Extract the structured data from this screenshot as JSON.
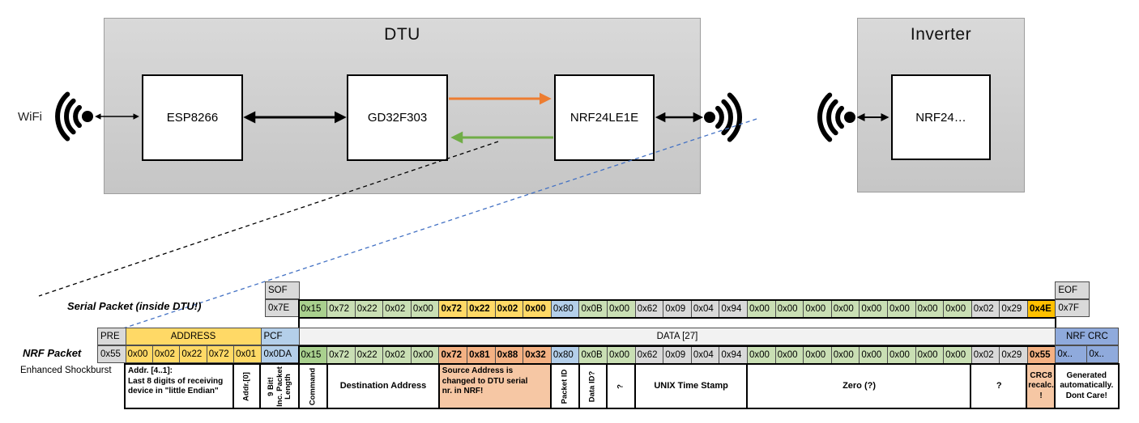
{
  "diagram": {
    "wifi_label": "WiFi",
    "dtu": {
      "title": "DTU",
      "components": {
        "esp": "ESP8266",
        "mcu": "GD32F303",
        "nrf": "NRF24LE1E"
      }
    },
    "inverter": {
      "title": "Inverter",
      "component": "NRF24…"
    },
    "colors": {
      "uart_tx_arrow": "#ED7D31",
      "uart_rx_arrow": "#70AD47",
      "nrf_link_dashed": "#4472C4",
      "serial_link_dashed": "#000000"
    }
  },
  "serial_packet": {
    "label": "Serial Packet (inside DTU!)",
    "sof": {
      "header": "SOF",
      "value": "0x7E"
    },
    "eof": {
      "header": "EOF",
      "value": "0x7F"
    },
    "bytes": [
      {
        "v": "0x15",
        "s": "dgreen"
      },
      {
        "v": "0x72",
        "s": "lgreen"
      },
      {
        "v": "0x22",
        "s": "lgreen"
      },
      {
        "v": "0x02",
        "s": "lgreen"
      },
      {
        "v": "0x00",
        "s": "lgreen"
      },
      {
        "v": "0x72",
        "s": "yellow",
        "b": true
      },
      {
        "v": "0x22",
        "s": "yellow",
        "b": true
      },
      {
        "v": "0x02",
        "s": "yellow",
        "b": true
      },
      {
        "v": "0x00",
        "s": "yellow",
        "b": true
      },
      {
        "v": "0x80",
        "s": "blue"
      },
      {
        "v": "0x0B",
        "s": "lgreen"
      },
      {
        "v": "0x00",
        "s": "lgreen"
      },
      {
        "v": "0x62",
        "s": "gray"
      },
      {
        "v": "0x09",
        "s": "gray"
      },
      {
        "v": "0x04",
        "s": "gray"
      },
      {
        "v": "0x94",
        "s": "gray"
      },
      {
        "v": "0x00",
        "s": "lgreen"
      },
      {
        "v": "0x00",
        "s": "lgreen"
      },
      {
        "v": "0x00",
        "s": "lgreen"
      },
      {
        "v": "0x00",
        "s": "lgreen"
      },
      {
        "v": "0x00",
        "s": "lgreen"
      },
      {
        "v": "0x00",
        "s": "lgreen"
      },
      {
        "v": "0x00",
        "s": "lgreen"
      },
      {
        "v": "0x00",
        "s": "lgreen"
      },
      {
        "v": "0x02",
        "s": "gray"
      },
      {
        "v": "0x29",
        "s": "gray"
      },
      {
        "v": "0x4E",
        "s": "gold",
        "b": true
      }
    ]
  },
  "nrf_packet": {
    "label": "NRF Packet",
    "sublabel": "Enhanced Shockburst",
    "pre": {
      "header": "PRE",
      "value": "0x55"
    },
    "address": {
      "header": "ADDRESS",
      "values": [
        {
          "v": "0x00",
          "s": "yellow"
        },
        {
          "v": "0x02",
          "s": "yellow"
        },
        {
          "v": "0x22",
          "s": "yellow"
        },
        {
          "v": "0x72",
          "s": "yellow"
        },
        {
          "v": "0x01",
          "s": "yellow"
        }
      ]
    },
    "pcf": {
      "header": "PCF",
      "value": "0x0DA"
    },
    "data_header": "DATA [27]",
    "bytes": [
      {
        "v": "0x15",
        "s": "dgreen"
      },
      {
        "v": "0x72",
        "s": "lgreen"
      },
      {
        "v": "0x22",
        "s": "lgreen"
      },
      {
        "v": "0x02",
        "s": "lgreen"
      },
      {
        "v": "0x00",
        "s": "lgreen"
      },
      {
        "v": "0x72",
        "s": "salmon",
        "b": true
      },
      {
        "v": "0x81",
        "s": "salmon",
        "b": true
      },
      {
        "v": "0x88",
        "s": "salmon",
        "b": true
      },
      {
        "v": "0x32",
        "s": "salmon",
        "b": true
      },
      {
        "v": "0x80",
        "s": "blue"
      },
      {
        "v": "0x0B",
        "s": "lgreen"
      },
      {
        "v": "0x00",
        "s": "lgreen"
      },
      {
        "v": "0x62",
        "s": "gray"
      },
      {
        "v": "0x09",
        "s": "gray"
      },
      {
        "v": "0x04",
        "s": "gray"
      },
      {
        "v": "0x94",
        "s": "gray"
      },
      {
        "v": "0x00",
        "s": "lgreen"
      },
      {
        "v": "0x00",
        "s": "lgreen"
      },
      {
        "v": "0x00",
        "s": "lgreen"
      },
      {
        "v": "0x00",
        "s": "lgreen"
      },
      {
        "v": "0x00",
        "s": "lgreen"
      },
      {
        "v": "0x00",
        "s": "lgreen"
      },
      {
        "v": "0x00",
        "s": "lgreen"
      },
      {
        "v": "0x00",
        "s": "lgreen"
      },
      {
        "v": "0x02",
        "s": "gray"
      },
      {
        "v": "0x29",
        "s": "gray"
      },
      {
        "v": "0x55",
        "s": "salmon",
        "b": true
      }
    ],
    "crc": {
      "header": "NRF CRC",
      "values": [
        {
          "v": "0x..",
          "s": "bluedk"
        },
        {
          "v": "0x..",
          "s": "bluedk"
        }
      ]
    }
  },
  "annotations": {
    "addr41": "Addr. [4..1]:\nLast 8 digits of receiving\ndevice in \"little Endian\"",
    "addr0": "Addr.[0]",
    "pcf": "9 Bit!\nInc. Packet\nLength",
    "command": "Command",
    "dest": "Destination Address",
    "src": "Source Address is\nchanged to DTU serial\nnr. in NRF!",
    "packet_id": "Packet ID",
    "data_id": "Data ID?",
    "q1": "?",
    "unix": "UNIX Time Stamp",
    "zero": "Zero (?)",
    "q2": "?",
    "crc8": "CRC8\nrecalc.\n!",
    "generated": "Generated\nautomatically.\nDont Care!"
  }
}
